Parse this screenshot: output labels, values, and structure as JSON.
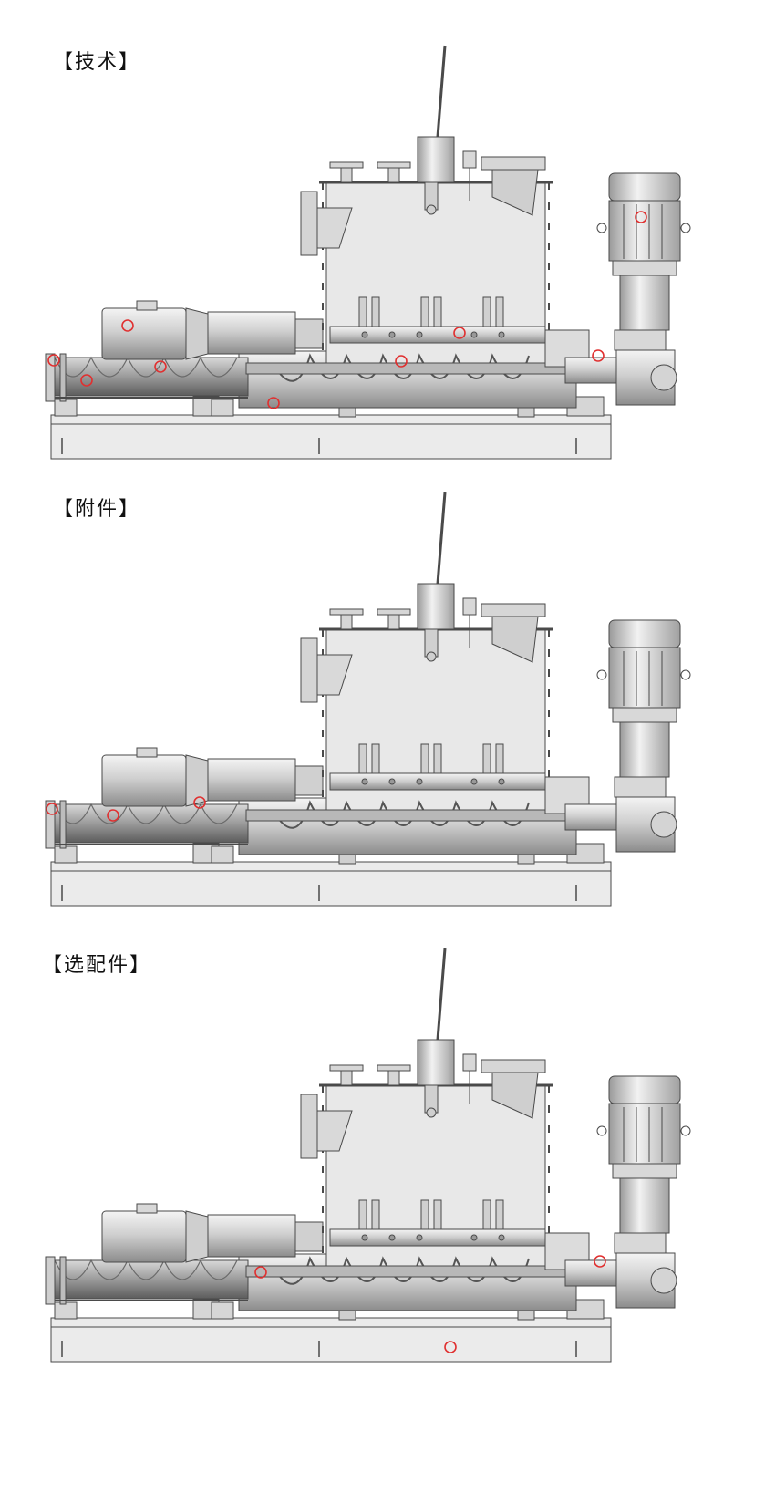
{
  "sections": [
    {
      "id": "technical",
      "title": "【技术】",
      "highlight_count": 9
    },
    {
      "id": "accessories",
      "title": "【附件】",
      "highlight_count": 3
    },
    {
      "id": "optional",
      "title": "【选配件】",
      "highlight_count": 3
    }
  ],
  "colors": {
    "metal_light": "#e6e6e6",
    "metal_mid": "#c9c9c9",
    "metal_dark": "#8a8a8a",
    "outline": "#4a4a4a",
    "highlight": "#e03030"
  }
}
